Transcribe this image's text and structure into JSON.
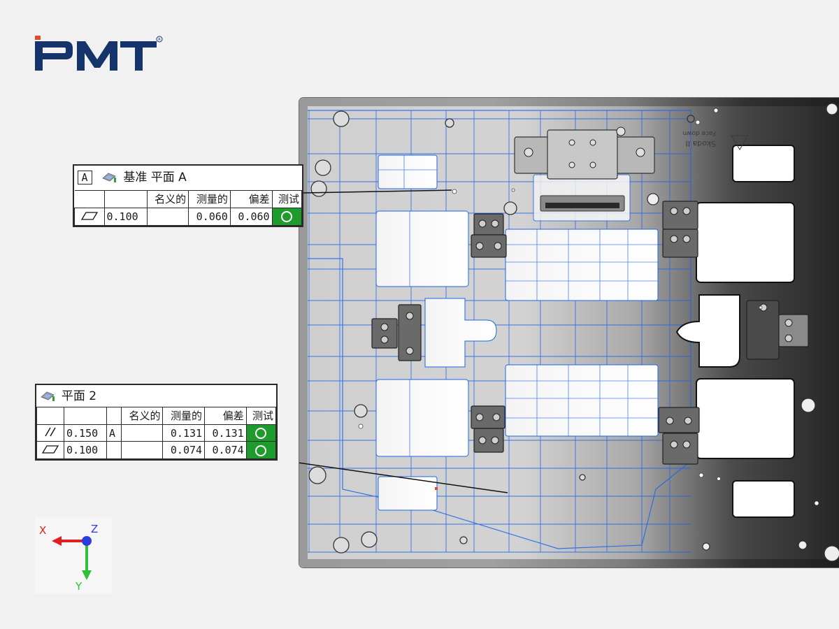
{
  "brand": {
    "logo_text": "PMT",
    "logo_color": "#14346b",
    "logo_accent": "#e24b25"
  },
  "callout_a": {
    "datum_label": "A",
    "feature_name": "基准 平面 A",
    "columns": [
      "名义的",
      "测量的",
      "偏差",
      "测试"
    ],
    "rows": [
      {
        "symbol": "flatness",
        "tolerance": "0.100",
        "datum": "",
        "nominal": "",
        "measured": "0.060",
        "deviation": "0.060",
        "status": "pass"
      }
    ]
  },
  "callout_b": {
    "feature_name": "平面 2",
    "columns": [
      "名义的",
      "测量的",
      "偏差",
      "测试"
    ],
    "rows": [
      {
        "symbol": "parallelism",
        "tolerance": "0.150",
        "datum": "A",
        "nominal": "",
        "measured": "0.131",
        "deviation": "0.131",
        "status": "pass"
      },
      {
        "symbol": "flatness",
        "tolerance": "0.100",
        "datum": "",
        "nominal": "",
        "measured": "0.074",
        "deviation": "0.074",
        "status": "pass"
      }
    ]
  },
  "axis_triad": {
    "x_label": "X",
    "y_label": "Y",
    "z_label": "Z",
    "x_color": "#e02020",
    "y_color": "#2fbf3a",
    "z_color": "#2b3de0"
  },
  "colors": {
    "pass_green": "#1f9a2c",
    "mesh_blue": "#1e64e6"
  }
}
